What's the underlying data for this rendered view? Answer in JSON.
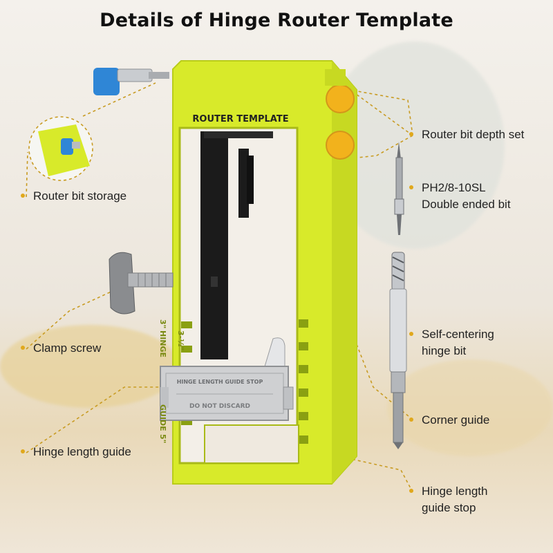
{
  "title": "Details of Hinge Router Template",
  "template_header": "ROUTER TEMPLATE",
  "guide_stop_top": "HINGE LENGTH GUIDE STOP",
  "guide_stop_bottom": "DO NOT DISCARD",
  "scale_marks": [
    "3\"",
    "3-½\"",
    "HINGE",
    "GUIDE",
    "5\""
  ],
  "callouts": {
    "router_bit_storage": "Router bit storage",
    "clamp_screw": "Clamp screw",
    "hinge_length_guide": "Hinge length guide",
    "router_bit_depth_set": "Router bit depth set",
    "double_ended_bit_line1": "PH2/8-10SL",
    "double_ended_bit_line2": "Double ended bit",
    "self_centering_line1": "Self-centering",
    "self_centering_line2": "hinge bit",
    "corner_guide": "Corner guide",
    "guide_stop_line1": "Hinge length",
    "guide_stop_line2": "guide stop"
  },
  "colors": {
    "template_yellow": "#d8ea2a",
    "dot_accent": "#e0a81c",
    "router_bit_blue": "#2f86d6",
    "depth_knob_orange": "#f2b21c",
    "guide_gray": "#cfd0d2"
  }
}
